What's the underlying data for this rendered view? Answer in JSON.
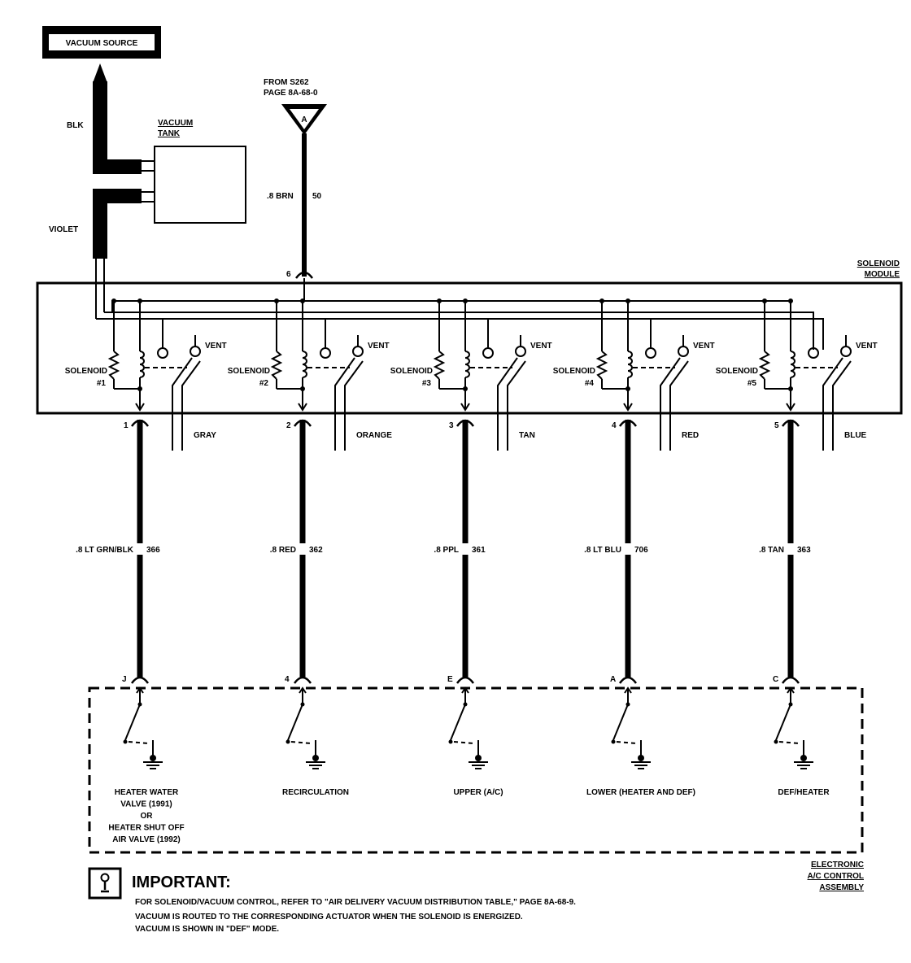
{
  "vacuum_source": "VACUUM SOURCE",
  "hose": {
    "top_color": "BLK",
    "bottom_color": "VIOLET"
  },
  "vacuum_tank": {
    "line1": "VACUUM",
    "line2": "TANK"
  },
  "from_splice": {
    "line1": "FROM S262",
    "line2": "PAGE 8A-68-0",
    "connector": "A"
  },
  "feed_wire": {
    "label": ".8 BRN",
    "circuit": "50",
    "pin": "6"
  },
  "module": {
    "line1": "SOLENOID",
    "line2": "MODULE"
  },
  "vent_label": "VENT",
  "solenoid_word": "SOLENOID",
  "solenoids": [
    {
      "num": "#1",
      "pin": "1",
      "hose": "GRAY",
      "wire": ".8 LT GRN/BLK",
      "circuit": "366",
      "ctrl_pin": "J",
      "function": [
        "HEATER WATER",
        "VALVE (1991)",
        "OR",
        "HEATER SHUT OFF",
        "AIR VALVE (1992)"
      ]
    },
    {
      "num": "#2",
      "pin": "2",
      "hose": "ORANGE",
      "wire": ".8 RED",
      "circuit": "362",
      "ctrl_pin": "4",
      "function": [
        "RECIRCULATION"
      ]
    },
    {
      "num": "#3",
      "pin": "3",
      "hose": "TAN",
      "wire": ".8 PPL",
      "circuit": "361",
      "ctrl_pin": "E",
      "function": [
        "UPPER (A/C)"
      ]
    },
    {
      "num": "#4",
      "pin": "4",
      "hose": "RED",
      "wire": ".8 LT BLU",
      "circuit": "706",
      "ctrl_pin": "A",
      "function": [
        "LOWER (HEATER AND DEF)"
      ]
    },
    {
      "num": "#5",
      "pin": "5",
      "hose": "BLUE",
      "wire": ".8 TAN",
      "circuit": "363",
      "ctrl_pin": "C",
      "function": [
        "DEF/HEATER"
      ]
    }
  ],
  "control_assembly": {
    "line1": "ELECTRONIC",
    "line2": "A/C CONTROL",
    "line3": "ASSEMBLY"
  },
  "important": {
    "heading": "IMPORTANT:",
    "icon": "caution-icon",
    "notes": [
      "FOR SOLENOID/VACUUM CONTROL, REFER TO \"AIR DELIVERY VACUUM DISTRIBUTION TABLE,\" PAGE 8A-68-9.",
      "VACUUM IS ROUTED TO THE CORRESPONDING ACTUATOR WHEN THE SOLENOID IS ENERGIZED.",
      "VACUUM IS SHOWN IN \"DEF\" MODE."
    ]
  }
}
